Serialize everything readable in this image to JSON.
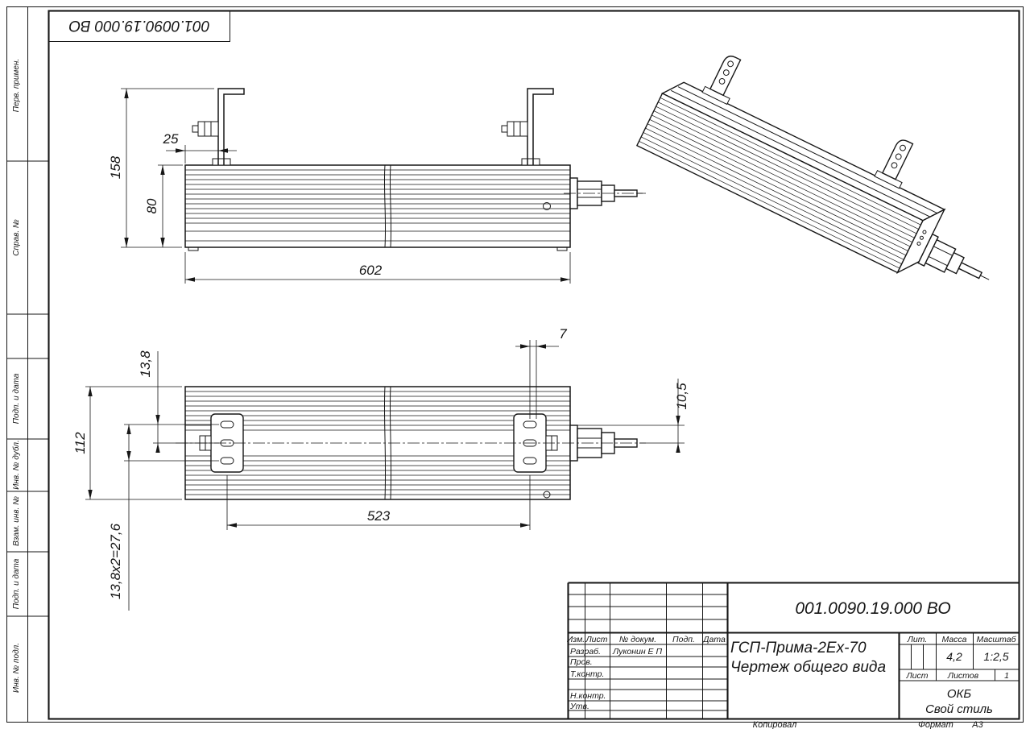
{
  "document": {
    "stamp_top": "001.0090.19.000 ВО"
  },
  "margin": {
    "labels": [
      "Перв. примен.",
      "Справ. №",
      "Подп. и дата",
      "Инв. № дубл.",
      "Взам. инв. №",
      "Подп. и дата",
      "Инв. № подл."
    ]
  },
  "dims": {
    "front_158": "158",
    "front_80": "80",
    "front_25": "25",
    "front_602": "602",
    "bottom_13_8": "13,8",
    "bottom_112": "112",
    "bottom_27_6": "13,8х2=27,6",
    "bottom_523": "523",
    "bottom_7": "7",
    "bottom_10_5": "10,5"
  },
  "title_block": {
    "doc_number": "001.0090.19.000 ВО",
    "product_name": "ГСП-Прима-2Ex-70",
    "doc_type": "Чертеж общего вида",
    "col_izm": "Изм.",
    "col_list": "Лист",
    "col_doc": "№ докум.",
    "col_podp": "Подп.",
    "col_data": "Дата",
    "row_razrab": "Разраб.",
    "razrab_name": "Луконин Е П",
    "row_prov": "Пров.",
    "row_tkontr": "Т.контр.",
    "row_nkontr": "Н.контр.",
    "row_utv": "Утв.",
    "lit_label": "Лит.",
    "massa_label": "Масса",
    "masshtab_label": "Масштаб",
    "massa_value": "4,2",
    "masshtab_value": "1:2,5",
    "list_label": "Лист",
    "listov_label": "Листов",
    "listov_value": "1",
    "org_line1": "ОКБ",
    "org_line2": "Свой стиль"
  },
  "footer": {
    "kopiroval": "Копировал",
    "format_label": "Формат",
    "format_value": "А3"
  }
}
